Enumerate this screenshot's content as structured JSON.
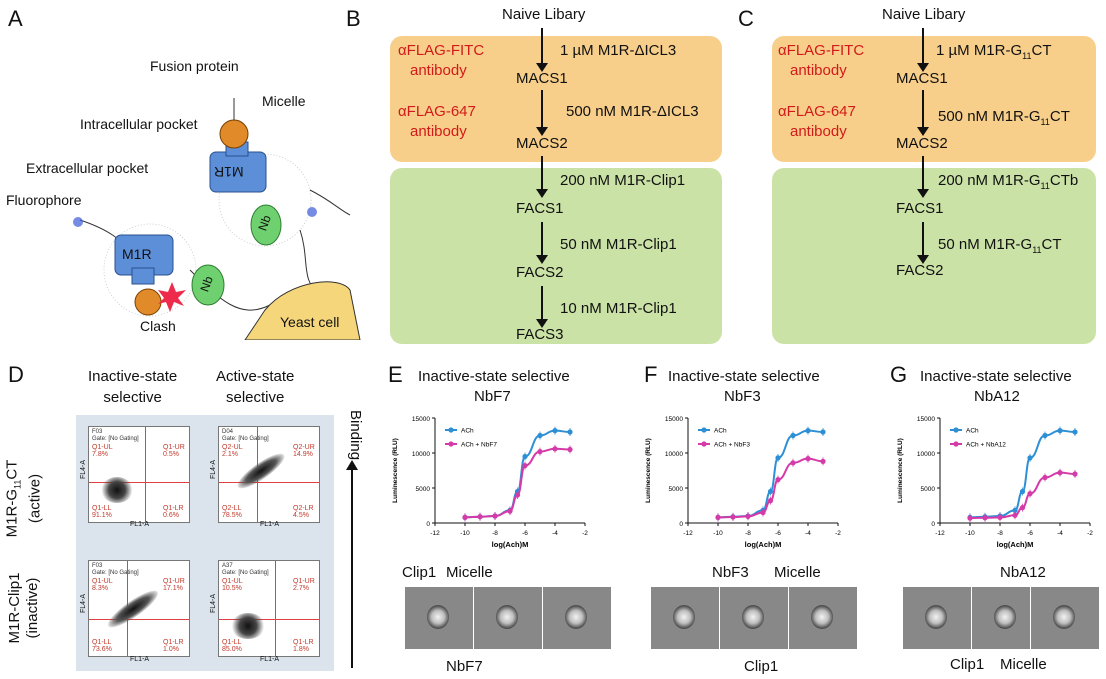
{
  "panels": {
    "A": {
      "label": "A",
      "fusion_protein": "Fusion protein",
      "micelle": "Micelle",
      "intracellular_pocket": "Intracellular pocket",
      "extracellular_pocket": "Extracellular pocket",
      "fluorophore": "Fluorophore",
      "receptor_upright": "M1R",
      "receptor_inverted": "M1R",
      "nb_top": "Nb",
      "nb_bottom": "Nb",
      "clash": "Clash",
      "yeast_cell": "Yeast cell"
    },
    "B": {
      "label": "B",
      "title": "Naive Libary",
      "antibody1": "αFLAG-FITC",
      "antibody1_sub": "antibody",
      "antibody2": "αFLAG-647",
      "antibody2_sub": "antibody",
      "steps": [
        {
          "conc": "1 µM M1R-ΔICL3",
          "stage": "MACS1"
        },
        {
          "conc": "500 nM M1R-ΔICL3",
          "stage": "MACS2"
        },
        {
          "conc": "200 nM M1R-Clip1",
          "stage": "FACS1"
        },
        {
          "conc": "50 nM M1R-Clip1",
          "stage": "FACS2"
        },
        {
          "conc": "10 nM M1R-Clip1",
          "stage": "FACS3"
        }
      ]
    },
    "C": {
      "label": "C",
      "title": "Naive Libary",
      "antibody1": "αFLAG-FITC",
      "antibody1_sub": "antibody",
      "antibody2": "αFLAG-647",
      "antibody2_sub": "antibody",
      "steps": [
        {
          "conc_pre": "1 µM M1R-G",
          "conc_sub": "11",
          "conc_post": "CT",
          "stage": "MACS1"
        },
        {
          "conc_pre": "500 nM M1R-G",
          "conc_sub": "11",
          "conc_post": "CT",
          "stage": "MACS2"
        },
        {
          "conc_pre": "200 nM M1R-G",
          "conc_sub": "11",
          "conc_post": "CTb",
          "stage": "FACS1"
        },
        {
          "conc_pre": "50 nM M1R-G",
          "conc_sub": "11",
          "conc_post": "CT",
          "stage": "FACS2"
        }
      ]
    },
    "D": {
      "label": "D",
      "col1": "Inactive-state\nselective",
      "col2": "Active-state\nselective",
      "row1_pre": "M1R-G",
      "row1_sub": "11",
      "row1_post": "CT",
      "row1_state": "(active)",
      "row2": "M1R-Clip1",
      "row2_state": "(inactive)",
      "binding": "Binding",
      "plots": [
        {
          "id": "F03",
          "gate": "Gate: [No Gating]",
          "ul": "Q1-UL",
          "ul_v": "7.8%",
          "ur": "Q1-UR",
          "ur_v": "0.5%",
          "ll": "Q1-LL",
          "ll_v": "91.1%",
          "lr": "Q1-LR",
          "lr_v": "0.6%"
        },
        {
          "id": "D04",
          "gate": "Gate: [No Gating]",
          "ul": "Q2-UL",
          "ul_v": "2.1%",
          "ur": "Q2-UR",
          "ur_v": "14.9%",
          "ll": "Q2-LL",
          "ll_v": "78.5%",
          "lr": "Q2-LR",
          "lr_v": "4.5%"
        },
        {
          "id": "F03",
          "gate": "Gate: [No Gating]",
          "ul": "Q1-UL",
          "ul_v": "8.3%",
          "ur": "Q1-UR",
          "ur_v": "17.1%",
          "ll": "Q1-LL",
          "ll_v": "73.6%",
          "lr": "Q1-LR",
          "lr_v": "1.0%"
        },
        {
          "id": "A37",
          "gate": "Gate: [No Gating]",
          "ul": "Q1-UL",
          "ul_v": "10.5%",
          "ur": "Q1-UR",
          "ur_v": "2.7%",
          "ll": "Q1-LL",
          "ll_v": "85.0%",
          "lr": "Q1-LR",
          "lr_v": "1.8%"
        }
      ],
      "xaxis": "FL1-A",
      "yaxis": "FL4-A"
    },
    "E": {
      "label": "E",
      "title": "Inactive-state selective",
      "nb": "NbF7",
      "em_labels": [
        "Clip1",
        "Micelle",
        "NbF7"
      ]
    },
    "F": {
      "label": "F",
      "title": "Inactive-state selective",
      "nb": "NbF3",
      "em_labels": [
        "NbF3",
        "Micelle",
        "Clip1"
      ]
    },
    "G": {
      "label": "G",
      "title": "Inactive-state selective",
      "nb": "NbA12",
      "em_labels": [
        "NbA12",
        "Clip1",
        "Micelle"
      ]
    }
  },
  "chart_data": [
    {
      "type": "line",
      "xlabel": "log(Ach)M",
      "ylabel": "Luminescence (RLU)",
      "xlim": [
        -12,
        -2
      ],
      "ylim": [
        0,
        15000
      ],
      "xticks": [
        "-12",
        "-10",
        "-8",
        "-6",
        "-4",
        "-2"
      ],
      "yticks": [
        "0",
        "5000",
        "10000",
        "15000"
      ],
      "x": [
        -10,
        -9,
        -8,
        -7,
        -6.5,
        -6,
        -5,
        -4,
        -3
      ],
      "series": [
        {
          "name": "ACh",
          "color": "#2d8fd5",
          "values": [
            800,
            900,
            1000,
            1800,
            4500,
            9500,
            12500,
            13200,
            13000
          ]
        },
        {
          "name": "ACh + NbF7",
          "color": "#d43aa8",
          "values": [
            800,
            900,
            1000,
            1700,
            4000,
            8200,
            10200,
            10600,
            10500
          ]
        }
      ]
    },
    {
      "type": "line",
      "xlabel": "log(Ach)M",
      "ylabel": "Luminescence (RLU)",
      "xlim": [
        -12,
        -2
      ],
      "ylim": [
        0,
        15000
      ],
      "xticks": [
        "-12",
        "-10",
        "-8",
        "-6",
        "-4",
        "-2"
      ],
      "yticks": [
        "0",
        "5000",
        "10000",
        "15000"
      ],
      "x": [
        -10,
        -9,
        -8,
        -7,
        -6.5,
        -6,
        -5,
        -4,
        -3
      ],
      "series": [
        {
          "name": "ACh",
          "color": "#2d8fd5",
          "values": [
            800,
            900,
            1000,
            1800,
            4500,
            9300,
            12500,
            13200,
            13000
          ]
        },
        {
          "name": "ACh + NbF3",
          "color": "#d43aa8",
          "values": [
            800,
            850,
            950,
            1500,
            3200,
            6200,
            8600,
            9200,
            8800
          ]
        }
      ]
    },
    {
      "type": "line",
      "xlabel": "log(Ach)M",
      "ylabel": "Luminescence (RLU)",
      "xlim": [
        -12,
        -2
      ],
      "ylim": [
        0,
        15000
      ],
      "xticks": [
        "-12",
        "-10",
        "-8",
        "-6",
        "-4",
        "-2"
      ],
      "yticks": [
        "0",
        "5000",
        "10000",
        "15000"
      ],
      "x": [
        -10,
        -9,
        -8,
        -7,
        -6.5,
        -6,
        -5,
        -4,
        -3
      ],
      "series": [
        {
          "name": "ACh",
          "color": "#2d8fd5",
          "values": [
            800,
            900,
            1000,
            1800,
            4500,
            9300,
            12500,
            13200,
            13000
          ]
        },
        {
          "name": "ACh + NbA12",
          "color": "#d43aa8",
          "values": [
            700,
            750,
            800,
            1100,
            2200,
            4200,
            6500,
            7200,
            7000
          ]
        }
      ]
    }
  ]
}
